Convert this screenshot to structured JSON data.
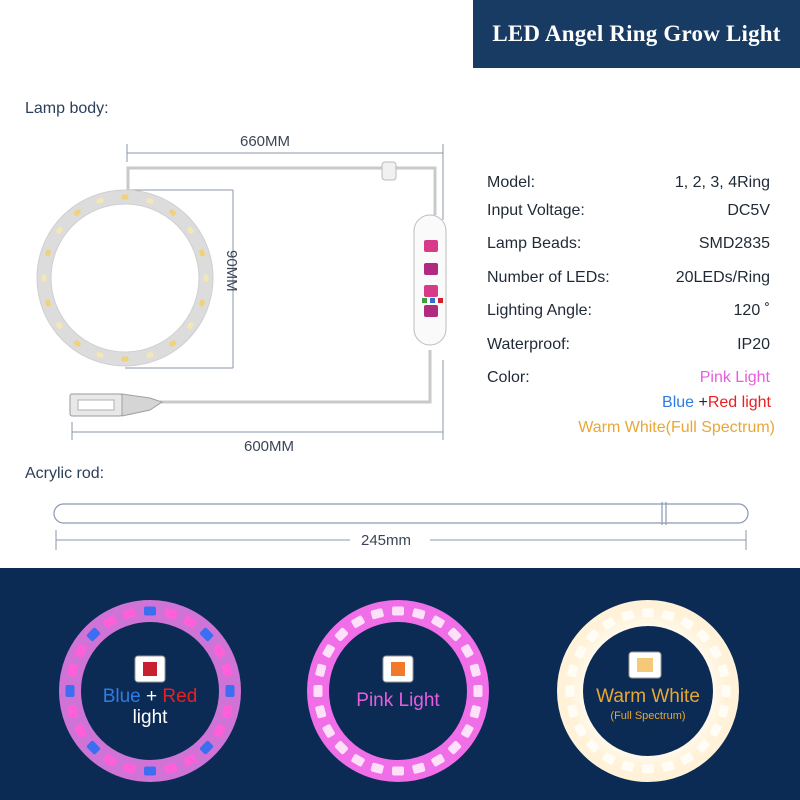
{
  "title": "LED Angel Ring Grow Light",
  "lamp_body_label": "Lamp body:",
  "acrylic_rod_label": "Acrylic rod:",
  "dimensions": {
    "top_length": "660MM",
    "ring_diameter": "90MM",
    "bottom_length": "600MM",
    "rod_length": "245mm"
  },
  "specs": [
    {
      "key": "Model:",
      "value": "1, 2, 3, 4Ring"
    },
    {
      "key": "Input Voltage:",
      "value": "DC5V"
    },
    {
      "key": "Lamp Beads:",
      "value": "SMD2835"
    },
    {
      "key": "Number of LEDs:",
      "value": "20LEDs/Ring"
    },
    {
      "key": "Lighting Angle:",
      "value": "120 ˚"
    },
    {
      "key": "Waterproof:",
      "value": "IP20"
    }
  ],
  "color_label": "Color:",
  "color_options": {
    "pink": "Pink Light",
    "blue": "Blue",
    "plus": "+",
    "red": "Red light",
    "warm": "Warm White(Full Spectrum)"
  },
  "rings": [
    {
      "label_a": "Blue",
      "label_plus": " + ",
      "label_b": "Red",
      "label_c": "light",
      "chip_color": "#c8202e"
    },
    {
      "label": "Pink Light",
      "chip_color": "#f07a2a"
    },
    {
      "label": "Warm White",
      "sublabel": "(Full Spectrum)",
      "chip_color": "#f5c977"
    }
  ],
  "colors": {
    "title_bg": "#173b63",
    "panel_bg": "#0b2b55",
    "pink": "#e85ce0",
    "blue": "#2e7de0",
    "red": "#e82020",
    "warm": "#e8a735"
  }
}
